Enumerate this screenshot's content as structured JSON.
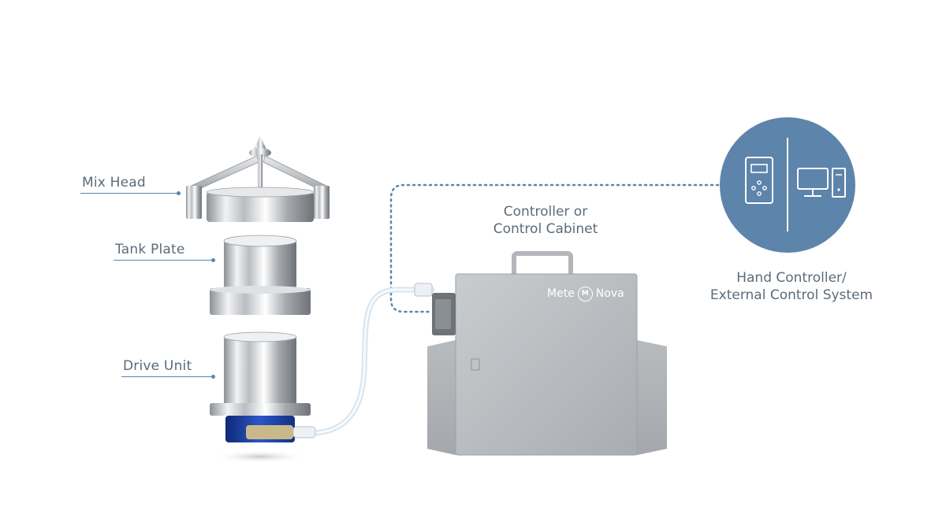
{
  "labels": {
    "mix_head": "Mix Head",
    "tank_plate": "Tank Plate",
    "drive_unit": "Drive Unit",
    "controller_line1": "Controller or",
    "controller_line2": "Control Cabinet",
    "hand_line1": "Hand Controller/",
    "hand_line2": "External Control System"
  },
  "brand": {
    "left": "Mete",
    "right": "Nova",
    "mark": "M"
  },
  "colors": {
    "accent_blue": "#5b86b0",
    "circle_blue": "#5d84ab",
    "text_gray": "#5c6b78",
    "drive_base_blue": "#1e3f9a"
  },
  "icons": [
    "hand-controller-icon",
    "desktop-computer-icon"
  ]
}
